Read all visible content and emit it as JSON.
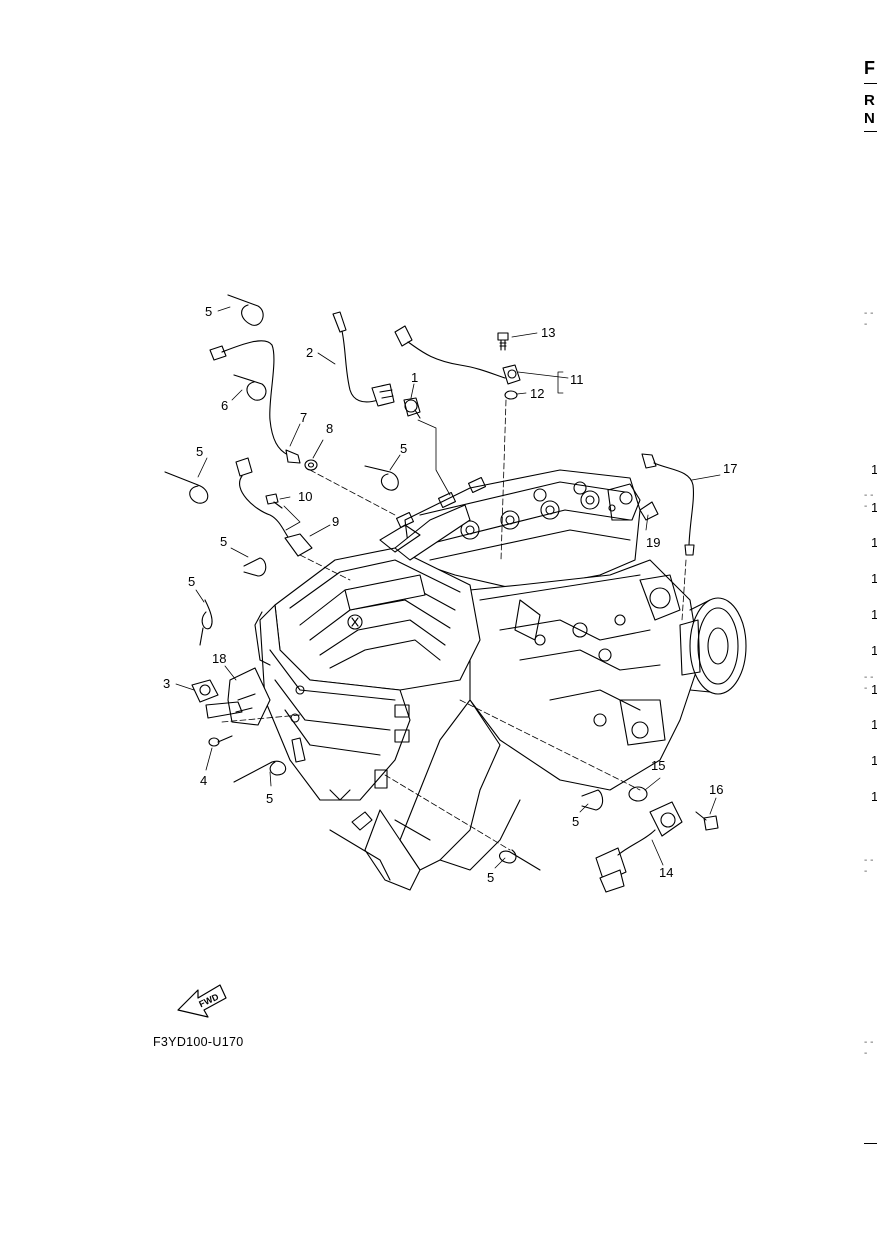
{
  "figure_code": "F3YD100-U170",
  "fwd_label": "FWD",
  "callouts": [
    {
      "id": "c1",
      "text": "1"
    },
    {
      "id": "c2",
      "text": "2"
    },
    {
      "id": "c3",
      "text": "3"
    },
    {
      "id": "c4",
      "text": "4"
    },
    {
      "id": "c5a",
      "text": "5"
    },
    {
      "id": "c5b",
      "text": "5"
    },
    {
      "id": "c5c",
      "text": "5"
    },
    {
      "id": "c5d",
      "text": "5"
    },
    {
      "id": "c5e",
      "text": "5"
    },
    {
      "id": "c5f",
      "text": "5"
    },
    {
      "id": "c5g",
      "text": "5"
    },
    {
      "id": "c5h",
      "text": "5"
    },
    {
      "id": "c6",
      "text": "6"
    },
    {
      "id": "c7",
      "text": "7"
    },
    {
      "id": "c8",
      "text": "8"
    },
    {
      "id": "c9",
      "text": "9"
    },
    {
      "id": "c10",
      "text": "10"
    },
    {
      "id": "c11",
      "text": "11"
    },
    {
      "id": "c12",
      "text": "12"
    },
    {
      "id": "c13",
      "text": "13"
    },
    {
      "id": "c14",
      "text": "14"
    },
    {
      "id": "c15",
      "text": "15"
    },
    {
      "id": "c16",
      "text": "16"
    },
    {
      "id": "c17",
      "text": "17"
    },
    {
      "id": "c18",
      "text": "18"
    },
    {
      "id": "c19",
      "text": "19"
    }
  ],
  "edge_letters": [
    "F",
    "R",
    "N"
  ],
  "edge_numbers": [
    "1",
    "1",
    "1",
    "1",
    "1",
    "1",
    "1",
    "1",
    "1",
    "1"
  ],
  "colors": {
    "ink": "#000000",
    "paper": "#ffffff",
    "shade": "#e6e6e6"
  },
  "icons": [
    "fwd-arrow-icon",
    "yamaha-logo-icon"
  ]
}
